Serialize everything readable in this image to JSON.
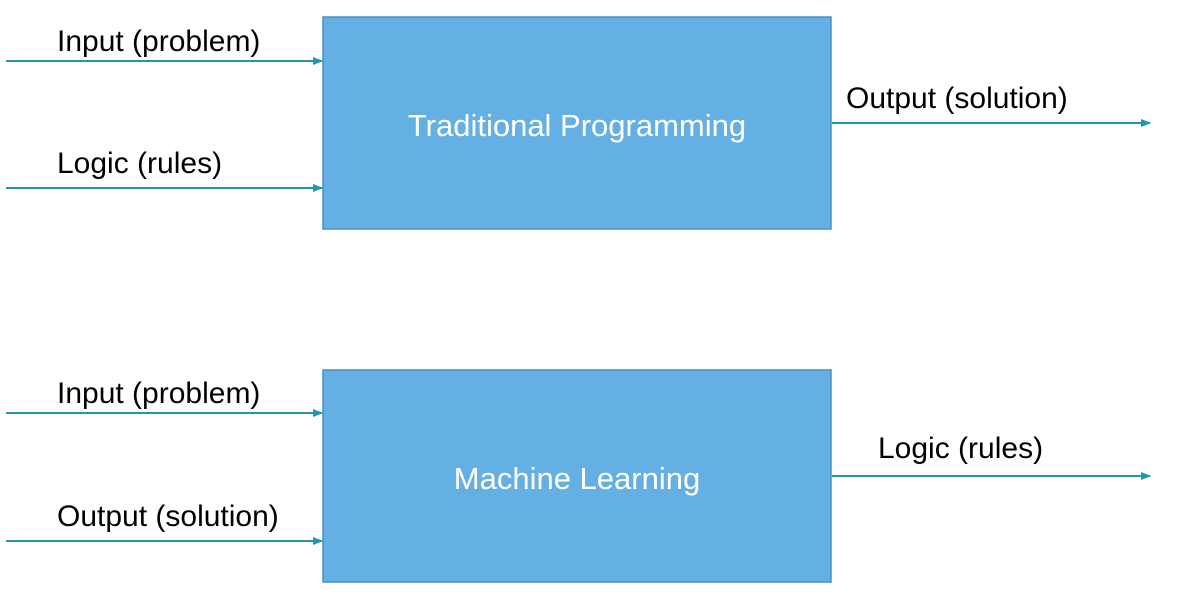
{
  "colors": {
    "box_fill": "#64b0e4",
    "box_stroke": "#4a8fc4",
    "arrow": "#1f94b4",
    "text": "#000000",
    "box_text": "#ffffff"
  },
  "traditional": {
    "box_label": "Traditional Programming",
    "input1_label": "Input (problem)",
    "input2_label": "Logic (rules)",
    "output_label": "Output (solution)"
  },
  "ml": {
    "box_label": "Machine Learning",
    "input1_label": "Input (problem)",
    "input2_label": "Output (solution)",
    "output_label": "Logic (rules)"
  }
}
